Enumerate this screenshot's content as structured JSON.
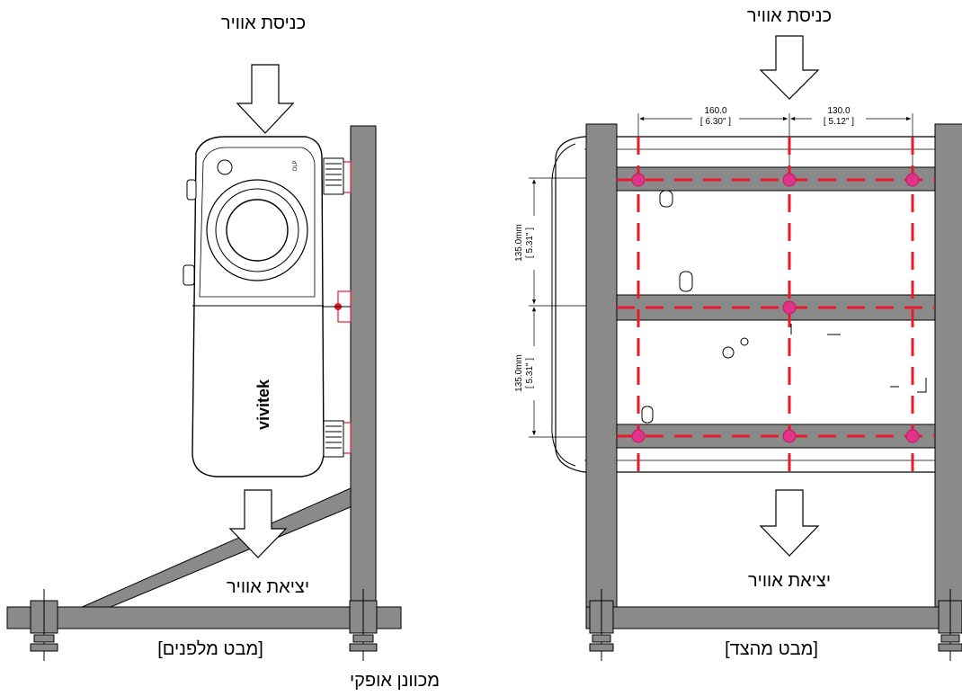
{
  "front_view": {
    "air_in": "כניסת אוויר",
    "air_out": "יציאת אוויר",
    "caption": "[מבט מלפנים]",
    "brand_text": "vivitek",
    "dlp_text": "DLP"
  },
  "side_view": {
    "air_in": "כניסת אוויר",
    "air_out": "יציאת אוויר",
    "caption": "[מבט מהצד]",
    "dim_top_left": "160.0",
    "dim_top_left_in": "[ 6.30\" ]",
    "dim_top_right": "130.0",
    "dim_top_right_in": "[ 5.12\" ]",
    "dim_left_upper": "135.0mm",
    "dim_left_upper_in": "[ 5.31\" ]",
    "dim_left_lower": "135.0mm",
    "dim_left_lower_in": "[ 5.31\" ]"
  },
  "bottom_label": "מכוונן אופקי",
  "colors": {
    "frame": "#8a8a8a",
    "frame_stroke": "#000000",
    "red_dash": "#e8192c",
    "mount_point": "#e0338a"
  }
}
